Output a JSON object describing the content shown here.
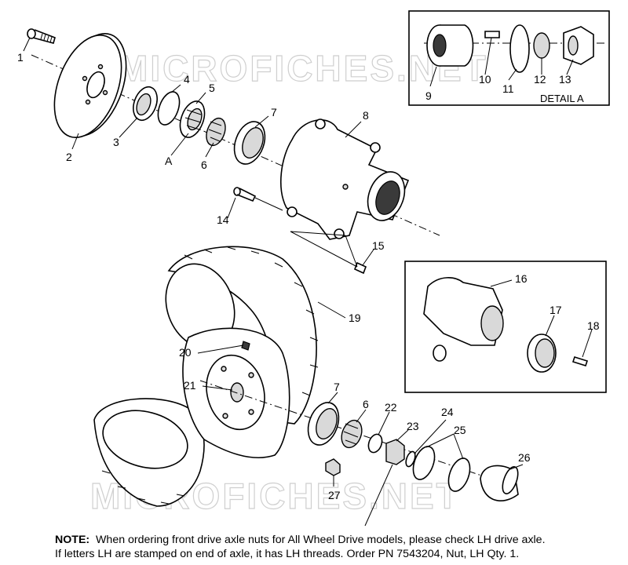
{
  "watermark": "MICROFICHES.NET",
  "detail_a": {
    "title": "DETAIL A"
  },
  "callouts": [
    "1",
    "2",
    "3",
    "4",
    "5",
    "A",
    "6",
    "7",
    "8",
    "9",
    "10",
    "11",
    "12",
    "13",
    "14",
    "15",
    "16",
    "17",
    "18",
    "19",
    "20",
    "21",
    "7",
    "6",
    "22",
    "23",
    "24",
    "25",
    "26",
    "27"
  ],
  "note": {
    "label": "NOTE:",
    "line1": "When ordering front drive axle nuts for All Wheel Drive models, please check LH drive axle.",
    "line2": "If letters LH are stamped on end of axle, it has LH threads.  Order PN 7543204, Nut, LH Qty. 1."
  }
}
